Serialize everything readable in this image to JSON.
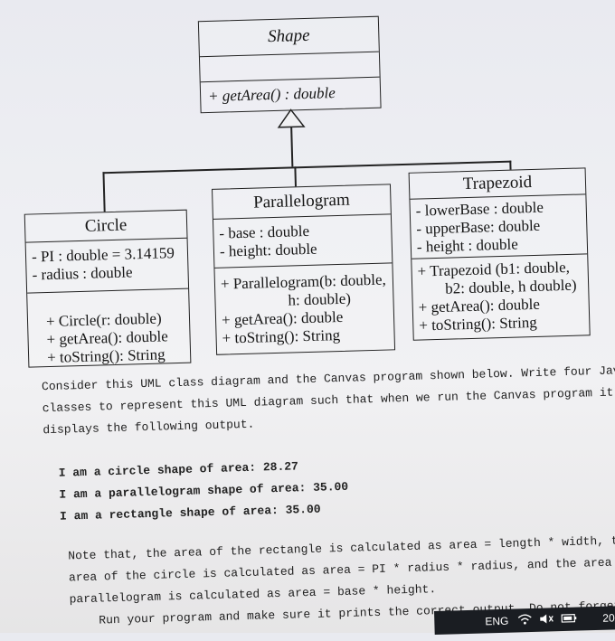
{
  "diagram": {
    "shape": {
      "name": "Shape",
      "method": "+ getArea() : double"
    },
    "circle": {
      "name": "Circle",
      "attributes": [
        "- PI : double = 3.14159",
        "- radius : double"
      ],
      "methods": [
        "+ Circle(r: double)",
        "+ getArea(): double",
        "+ toString(): String"
      ]
    },
    "parallelogram": {
      "name": "Parallelogram",
      "attributes": [
        "- base : double",
        "- height: double"
      ],
      "methods": [
        "+ Parallelogram(b: double,",
        "h: double)",
        "+ getArea(): double",
        "+ toString(): String"
      ]
    },
    "trapezoid": {
      "name": "Trapezoid",
      "attributes": [
        "- lowerBase : double",
        "- upperBase: double",
        "- height : double"
      ],
      "methods": [
        "+ Trapezoid (b1: double,",
        "b2: double, h double)",
        "+ getArea(): double",
        "+ toString(): String"
      ]
    }
  },
  "text": {
    "intro": [
      "Consider this UML class diagram and the Canvas program shown below. Write four Java",
      "classes to represent this UML diagram such that when we run the Canvas program it",
      "displays the following output."
    ],
    "output": [
      "I am a circle shape of area: 28.27",
      "I am a parallelogram shape of area: 35.00",
      "I am a rectangle shape of area: 35.00"
    ],
    "note": [
      "Note that, the area of the rectangle is calculated as area = length * width, the",
      "area of the circle is calculated as area = PI * radius * radius, and the area of the",
      "parallelogram is calculated as area = base * height.",
      "Run your program and make sure it prints the correct output. Do not forget to"
    ]
  },
  "taskbar": {
    "lang": "ENG",
    "clock": "20"
  }
}
